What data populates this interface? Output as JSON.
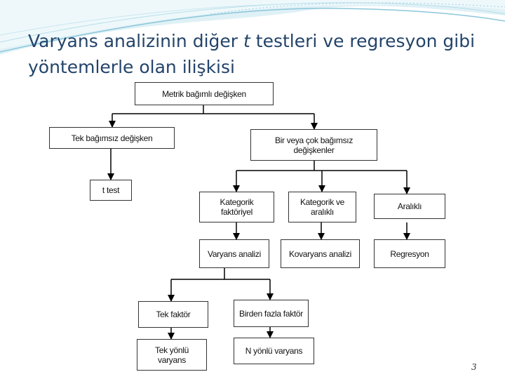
{
  "slide": {
    "title_part1": "Varyans analizinin diğer ",
    "title_emph": "t",
    "title_part2": " testleri ve regresyon gibi yöntemlerle olan ilişkisi",
    "page_number": "3"
  },
  "diagram": {
    "root": "Metrik bağımlı değişken",
    "single_iv": "Tek bağımsız değişken",
    "multi_iv": "Bir veya çok bağımsız değişkenler",
    "t_test": "t test",
    "categorical": "Kategorik faktöriyel",
    "cat_interval": "Kategorik ve aralıklı",
    "interval": "Aralıklı",
    "anova": "Varyans analizi",
    "ancova": "Kovaryans analizi",
    "regression": "Regresyon",
    "one_factor": "Tek faktör",
    "multi_factor": "Birden fazla faktör",
    "one_way": "Tek yönlü varyans",
    "n_way": "N yönlü varyans"
  },
  "colors": {
    "title": "#23446a",
    "wave_light": "#c9e6ef",
    "wave_dark": "#8cc6da",
    "box_border": "#333333"
  }
}
